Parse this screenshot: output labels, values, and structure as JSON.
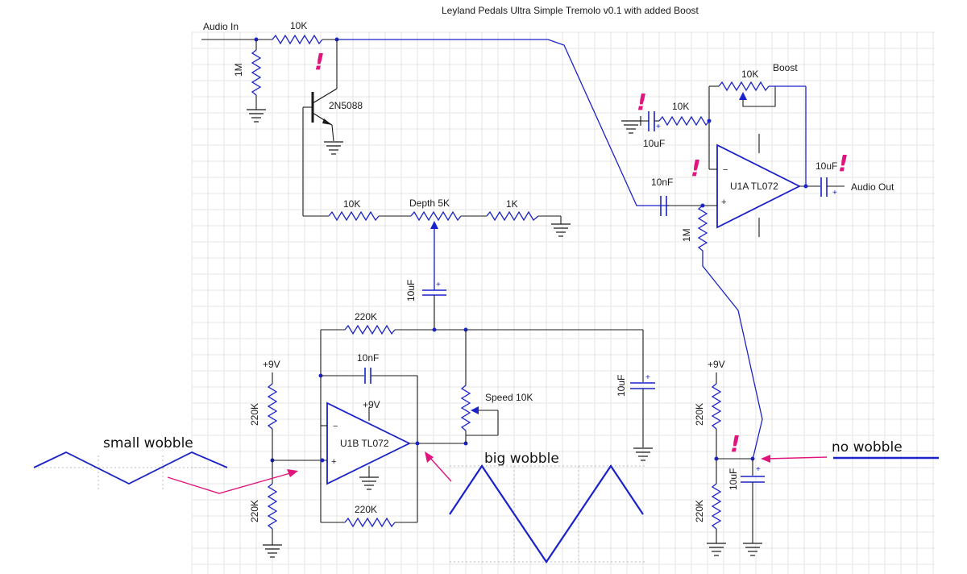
{
  "title": "Leyland Pedals Ultra Simple Tremolo v0.1 with added Boost",
  "nets": {
    "audio_in": "Audio In",
    "audio_out": "Audio Out",
    "boost": "Boost",
    "vcc_left": "+9V",
    "vcc_mid": "+9V",
    "vcc_right": "+9V"
  },
  "components": {
    "r_in": "10K",
    "r_pulldown": "1M",
    "transistor": "2N5088",
    "r_depth_left": "10K",
    "pot_depth": "Depth 5K",
    "r_depth_right": "1K",
    "cap_depth": "10uF",
    "r_feedback_top": "220K",
    "cap_osc": "10nF",
    "pot_speed": "Speed 10K",
    "cap_supply": "10uF",
    "r_bias_top_left": "220K",
    "r_bias_bot_left": "220K",
    "r_osc_bottom": "220K",
    "opamp_b": "U1B  TL072",
    "opamp_a": "U1A  TL072",
    "pot_boost": "10K",
    "r_boost_gnd": "10K",
    "cap_boost_gnd": "10uF",
    "cap_input_boost": "10nF",
    "r_boost_bias": "1M",
    "cap_out": "10uF",
    "r_bias_top_right": "220K",
    "r_bias_bot_right": "220K",
    "cap_bias_right": "10uF"
  },
  "annotations": {
    "small_wobble": "small wobble",
    "big_wobble": "big wobble",
    "no_wobble": "no wobble",
    "exclamation": "!"
  },
  "colors": {
    "wire": "#1a1a1a",
    "component": "#1a22c8",
    "highlight": "#e0147c"
  }
}
